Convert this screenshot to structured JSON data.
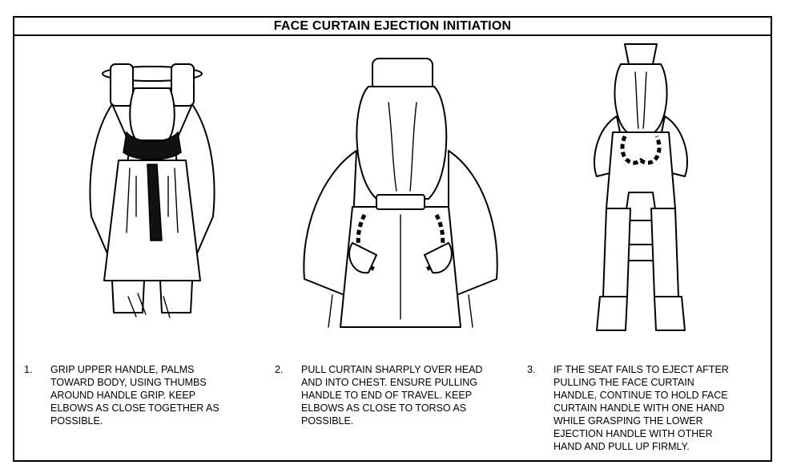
{
  "title": "FACE CURTAIN EJECTION INITIATION",
  "steps": [
    {
      "number": "1.",
      "text": "GRIP UPPER HANDLE, PALMS\nTOWARD BODY, USING THUMBS\nAROUND HANDLE GRIP.  KEEP\nELBOWS AS CLOSE TOGETHER AS\nPOSSIBLE."
    },
    {
      "number": "2.",
      "text": "PULL CURTAIN SHARPLY OVER HEAD\nAND INTO CHEST.  ENSURE PULLING\nHANDLE TO END OF TRAVEL.  KEEP\nELBOWS AS CLOSE TO TORSO AS\nPOSSIBLE."
    },
    {
      "number": "3.",
      "text": "IF THE SEAT FAILS TO EJECT AFTER\nPULLING THE FACE CURTAIN\nHANDLE, CONTINUE TO HOLD FACE\nCURTAIN HANDLE WITH ONE HAND\nWHILE GRASPING THE LOWER\nEJECTION HANDLE WITH OTHER\nHAND AND PULL UP FIRMLY."
    }
  ]
}
